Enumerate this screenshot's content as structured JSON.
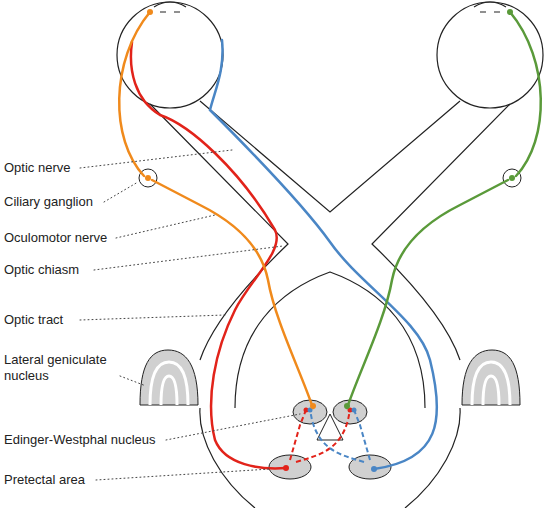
{
  "diagram": {
    "labels": [
      "Optic nerve",
      "Ciliary ganglion",
      "Oculomotor nerve",
      "Optic chiasm",
      "Optic tract",
      "Lateral geniculate nucleus",
      "Edinger-Westphal nucleus",
      "Pretectal area"
    ]
  }
}
